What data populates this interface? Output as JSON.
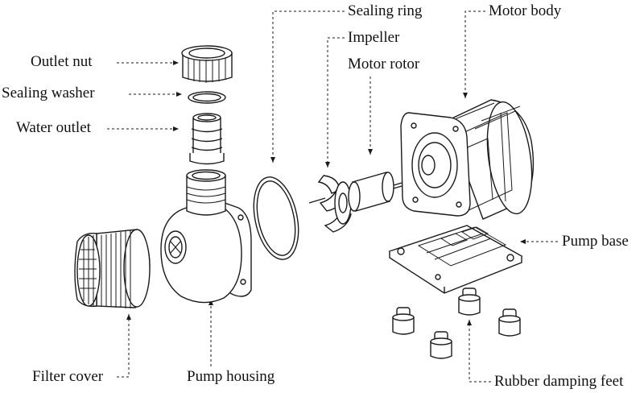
{
  "labels": {
    "outlet_nut": "Outlet nut",
    "sealing_washer": "Sealing washer",
    "water_outlet": "Water outlet",
    "sealing_ring": "Sealing ring",
    "impeller": "Impeller",
    "motor_rotor": "Motor rotor",
    "motor_body": "Motor body",
    "pump_base": "Pump base",
    "filter_cover": "Filter cover",
    "pump_housing": "Pump housing",
    "rubber_damping_feet": "Rubber damping feet"
  },
  "colors": {
    "line": "#1a1a1a",
    "fill": "#ffffff",
    "shade": "#dcdcdc"
  }
}
